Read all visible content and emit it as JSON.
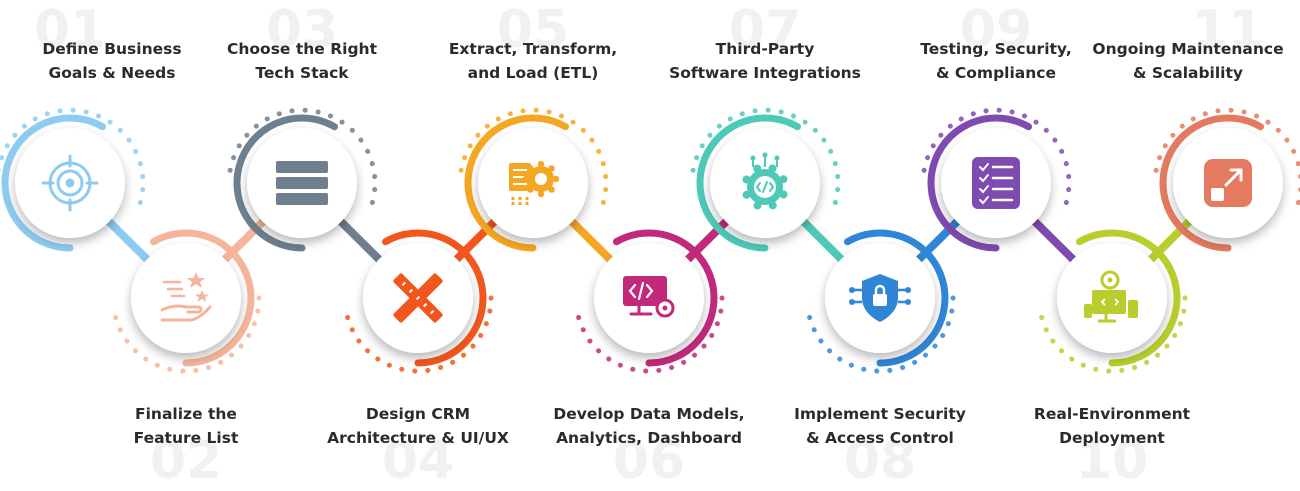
{
  "steps": [
    {
      "number": "01",
      "line1": "Define Business",
      "line2": "Goals & Needs",
      "color": "#8ecbf0",
      "icon": "target-icon"
    },
    {
      "number": "02",
      "line1": "Finalize the",
      "line2": "Feature List",
      "color": "#f5b59a",
      "icon": "hand-stars-icon"
    },
    {
      "number": "03",
      "line1": "Choose the Right",
      "line2": "Tech Stack",
      "color": "#6e7f8f",
      "icon": "layers-stack-icon"
    },
    {
      "number": "04",
      "line1": "Design CRM",
      "line2": "Architecture & UI/UX",
      "color": "#f2561d",
      "icon": "ruler-pencil-icon"
    },
    {
      "number": "05",
      "line1": "Extract, Transform,",
      "line2": "and Load (ETL)",
      "color": "#f5a623",
      "icon": "document-gear-icon"
    },
    {
      "number": "06",
      "line1": "Develop Data Models,",
      "line2": "Analytics, Dashboard",
      "color": "#c2297a",
      "icon": "monitor-code-icon"
    },
    {
      "number": "07",
      "line1": "Third-Party",
      "line2": "Software Integrations",
      "color": "#4ec9b8",
      "icon": "gear-code-icon"
    },
    {
      "number": "08",
      "line1": "Implement Security",
      "line2": "& Access Control",
      "color": "#2f86d6",
      "icon": "shield-lock-icon"
    },
    {
      "number": "09",
      "line1": "Testing, Security,",
      "line2": "& Compliance",
      "color": "#7e4bb0",
      "icon": "checklist-icon"
    },
    {
      "number": "10",
      "line1": "Real-Environment",
      "line2": "Deployment",
      "color": "#b9ce2d",
      "icon": "devices-deploy-icon"
    },
    {
      "number": "11",
      "line1": "Ongoing Maintenance",
      "line2": "& Scalability",
      "color": "#e47a5f",
      "icon": "scale-arrow-icon"
    }
  ]
}
